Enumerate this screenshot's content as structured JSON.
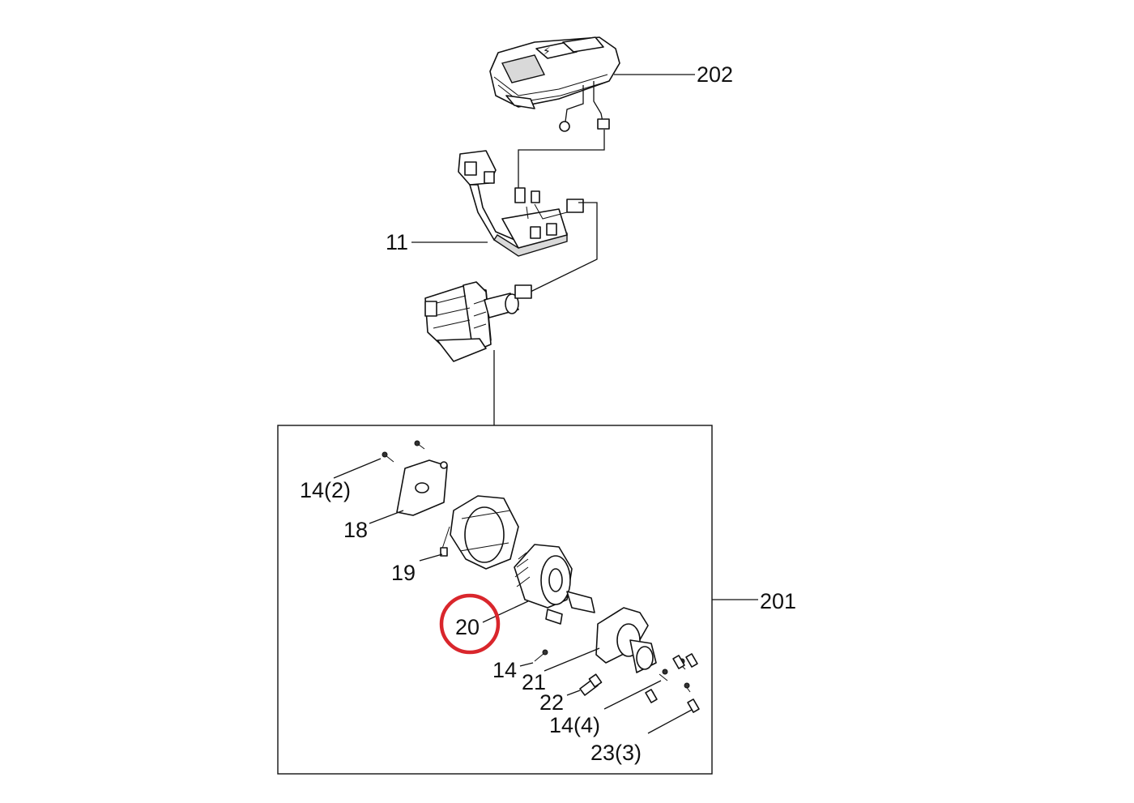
{
  "labels": {
    "p202": "202",
    "p11": "11",
    "p201": "201",
    "p14_2": "14(2)",
    "p18": "18",
    "p19": "19",
    "p20": "20",
    "p14": "14",
    "p21": "21",
    "p22": "22",
    "p14_4": "14(4)",
    "p23_3": "23(3)"
  },
  "highlight": {
    "part": "20",
    "color": "#d9262c"
  }
}
